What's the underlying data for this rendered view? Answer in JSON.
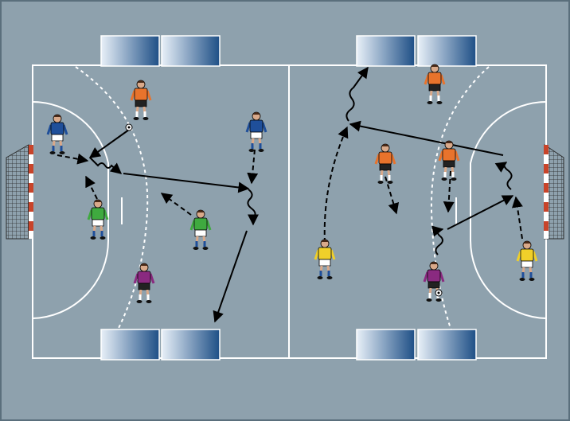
{
  "diagram": {
    "kind": "handball drill diagram",
    "colors": {
      "court": "#8ea1ad",
      "court_border": "#5a6f7c",
      "lines": "#ffffff",
      "bench_light": "#e8f0f8",
      "bench_dark": "#1e4f86",
      "net": "#2a2a2a",
      "post_red": "#c8442a",
      "arrow": "#000000"
    },
    "player_kits": [
      {
        "role": "blue-team",
        "shirt": "#1f4f9a",
        "shorts": "#ffffff",
        "socks": "#1f4f9a"
      },
      {
        "role": "orange-team",
        "shirt": "#e8732c",
        "shorts": "#222222",
        "socks": "#ffffff"
      },
      {
        "role": "green-bib",
        "shirt": "#3faa3f",
        "shorts": "#ffffff",
        "socks": "#1f4f9a"
      },
      {
        "role": "purple-bib",
        "shirt": "#8a2a80",
        "shorts": "#222222",
        "socks": "#ffffff"
      },
      {
        "role": "yellow-bib",
        "shirt": "#f0d02a",
        "shorts": "#ffffff",
        "socks": "#1f4f9a"
      }
    ],
    "legend_text": []
  }
}
